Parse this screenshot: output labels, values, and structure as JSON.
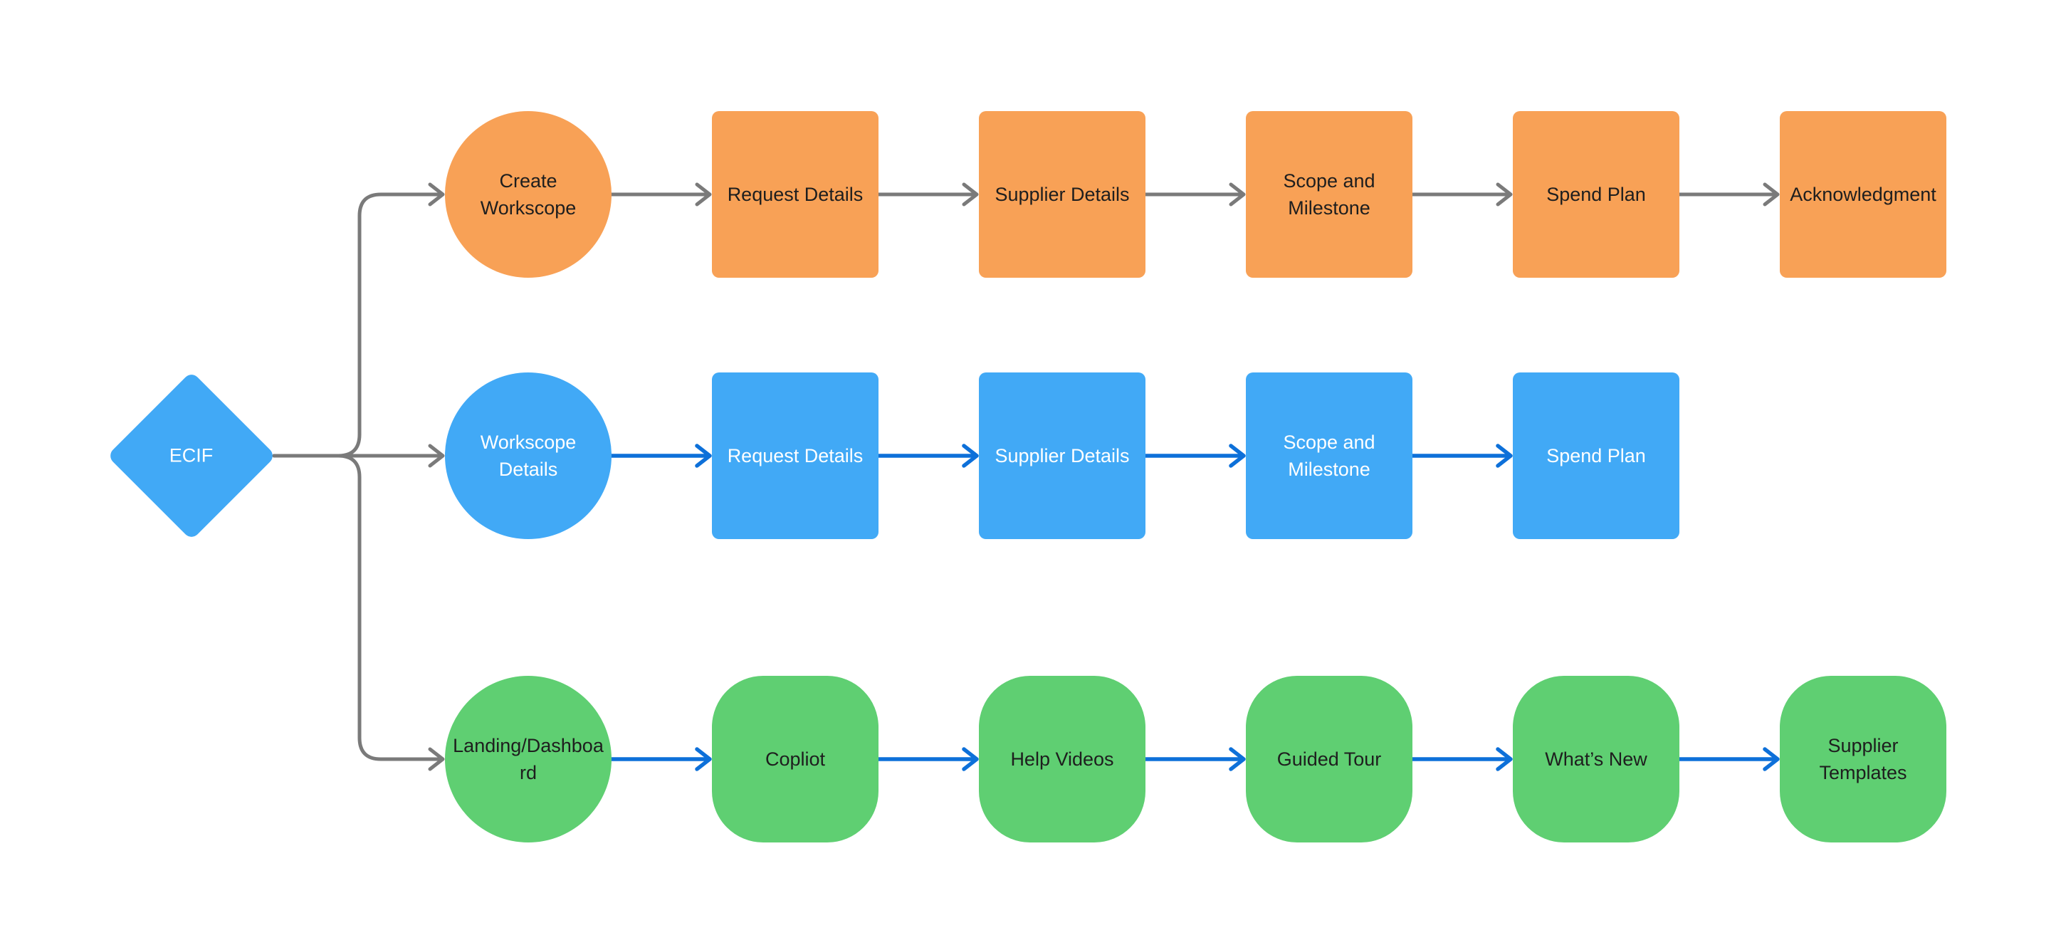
{
  "palette": {
    "background": "#FFFFFF",
    "node_orange": "#F8A156",
    "node_blue": "#41A9F6",
    "node_green": "#5FCF72",
    "arrow_gray": "#7A7A7A",
    "arrow_blue": "#0D70D9",
    "text_dark": "#1E1E1E",
    "text_light": "#FFFFFF"
  },
  "flowchart": {
    "start": {
      "label": "ECIF",
      "shape": "diamond",
      "color": "#41A9F6"
    },
    "branches": [
      {
        "id": "create-workscope-flow",
        "theme": "orange",
        "arrow_color": "#7A7A7A",
        "nodes": [
          {
            "shape": "circle",
            "label": "Create Workscope"
          },
          {
            "shape": "square",
            "label": "Request Details"
          },
          {
            "shape": "square",
            "label": "Supplier Details"
          },
          {
            "shape": "square",
            "label": "Scope and Milestone"
          },
          {
            "shape": "square",
            "label": "Spend Plan"
          },
          {
            "shape": "square",
            "label": "Acknowledgment"
          }
        ]
      },
      {
        "id": "workscope-details-flow",
        "theme": "blue",
        "arrow_color": "#0D70D9",
        "nodes": [
          {
            "shape": "circle",
            "label": "Workscope Details"
          },
          {
            "shape": "square",
            "label": "Request Details"
          },
          {
            "shape": "square",
            "label": "Supplier Details"
          },
          {
            "shape": "square",
            "label": "Scope and Milestone"
          },
          {
            "shape": "square",
            "label": "Spend Plan"
          }
        ]
      },
      {
        "id": "landing-dashboard-flow",
        "theme": "green",
        "arrow_color": "#0D70D9",
        "nodes": [
          {
            "shape": "circle",
            "label": "Landing/Dashboard"
          },
          {
            "shape": "squircle",
            "label": "Copliot"
          },
          {
            "shape": "squircle",
            "label": "Help Videos"
          },
          {
            "shape": "squircle",
            "label": "Guided Tour"
          },
          {
            "shape": "squircle",
            "label": "What’s New"
          },
          {
            "shape": "squircle",
            "label": "Supplier Templates"
          }
        ]
      }
    ]
  }
}
